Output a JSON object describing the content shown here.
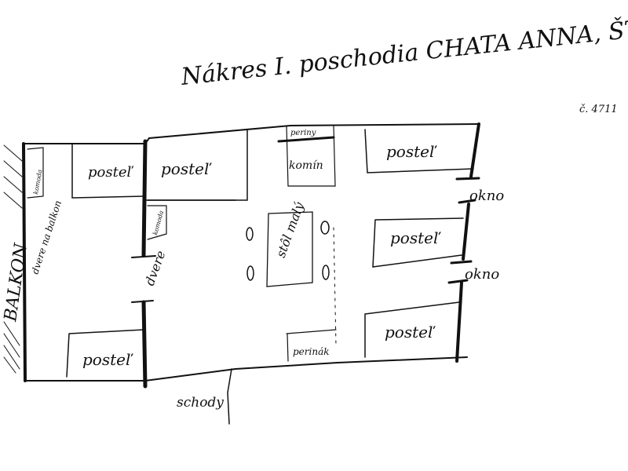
{
  "title": "Nákres I. poschodia CHATA ANNA, ŠTRBOVO",
  "house_number": "č. 4711",
  "labels": {
    "balcony": "BALKON",
    "balcony_door": "dvere na balkon",
    "door": "dvere",
    "stairs": "schody",
    "bed": "posteľ",
    "dresser": "komoda",
    "chimney": "komín",
    "bedding_top": "periny",
    "bedding_bottom": "perinák",
    "table": "stôl malý",
    "window": "okno"
  },
  "ink_color": "#111111"
}
